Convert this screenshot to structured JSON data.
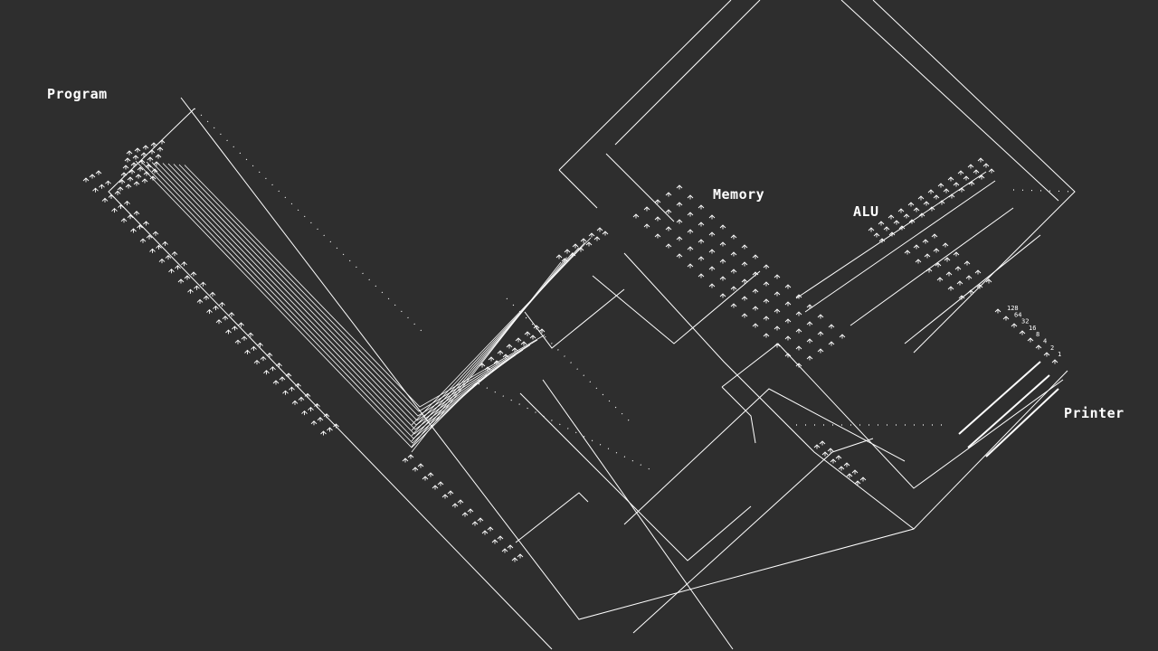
{
  "colors": {
    "background": "#2e2e2e",
    "wire": "#ffffff"
  },
  "labels": {
    "program": "Program",
    "memory": "Memory",
    "alu": "ALU",
    "printer": "Printer"
  },
  "printer_bit_labels": [
    "128",
    "64",
    "32",
    "16",
    "8",
    "4",
    "2",
    "1"
  ]
}
